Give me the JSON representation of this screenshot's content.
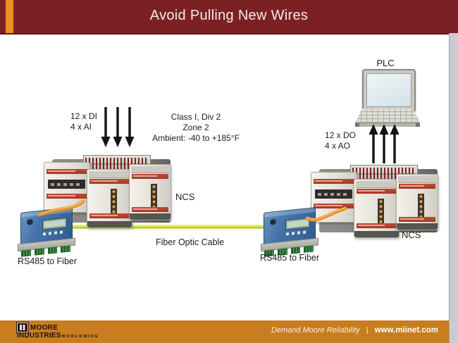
{
  "header": {
    "title": "Avoid Pulling New Wires"
  },
  "diagram": {
    "left_io": {
      "line1": "12 x DI",
      "line2": "4 x AI"
    },
    "hazard": {
      "line1": "Class I, Div 2",
      "line2": "Zone 2",
      "line3": "Ambient: -40 to +185°F"
    },
    "left_ncs_label": "NCS",
    "right_ncs_label": "NCS",
    "fiber_cable_label": "Fiber Optic Cable",
    "left_converter_label": "RS485 to Fiber",
    "right_converter_label": "RS485 to Fiber",
    "plc_label": "PLC",
    "right_io": {
      "line1": "12 x DO",
      "line2": "4 x AO"
    }
  },
  "footer": {
    "logo_line1": "MOORE",
    "logo_line2": "INDUSTRIES",
    "logo_line3": "WORLDWIDE",
    "tagline": "Demand Moore Reliability",
    "separator": "|",
    "website": "www.miinet.com"
  },
  "colors": {
    "header_bar": "#7b2123",
    "header_accent": "#e8941a",
    "footer_bar": "#c87d1e",
    "fiber_cable": "#d9e032",
    "serial_cable": "#e8921e",
    "converter_body": "#3e6ca4",
    "module_stripe": "#b5432e"
  }
}
